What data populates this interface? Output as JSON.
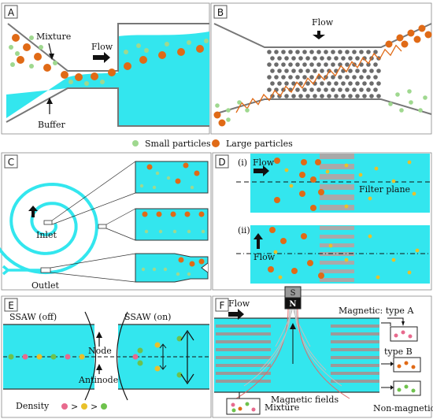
{
  "colors": {
    "channel": "#33e6ee",
    "large_particle": "#e06a16",
    "small_particle": "#9fd88f",
    "pillar": "#6b6b6b",
    "filter_bar": "#a9a9a9",
    "wall": "#7a7a7a",
    "magnet_gray": "#9a9a9a",
    "density_pink": "#e86a8e",
    "density_yellow": "#e9c12a",
    "density_green": "#6ec24c"
  },
  "panels": {
    "A": {
      "letter": "A",
      "mixture": "Mixture",
      "flow": "Flow",
      "buffer": "Buffer"
    },
    "B": {
      "letter": "B",
      "flow": "Flow"
    },
    "legend": {
      "small": "Small particles",
      "large": "Large particles"
    },
    "C": {
      "letter": "C",
      "inlet": "Inlet",
      "outlet": "Outlet"
    },
    "D": {
      "letter": "D",
      "sub1": "(i)",
      "sub2": "(ii)",
      "flow1": "Flow",
      "flow2": "Flow",
      "filter_plane": "Filter plane"
    },
    "E": {
      "letter": "E",
      "ssaw_off": "SSAW (off)",
      "ssaw_on": "SSAW (on)",
      "node": "Node",
      "antinode": "Antinode",
      "density": "Density",
      "gt1": ">",
      "gt2": ">"
    },
    "F": {
      "letter": "F",
      "flow": "Flow",
      "south": "S",
      "north": "N",
      "type_a": "Magnetic: type A",
      "type_b": "type B",
      "magnetic_fields": "Magnetic fields",
      "non_magnetic": "Non-magnetic",
      "mixture": "Mixture"
    }
  }
}
